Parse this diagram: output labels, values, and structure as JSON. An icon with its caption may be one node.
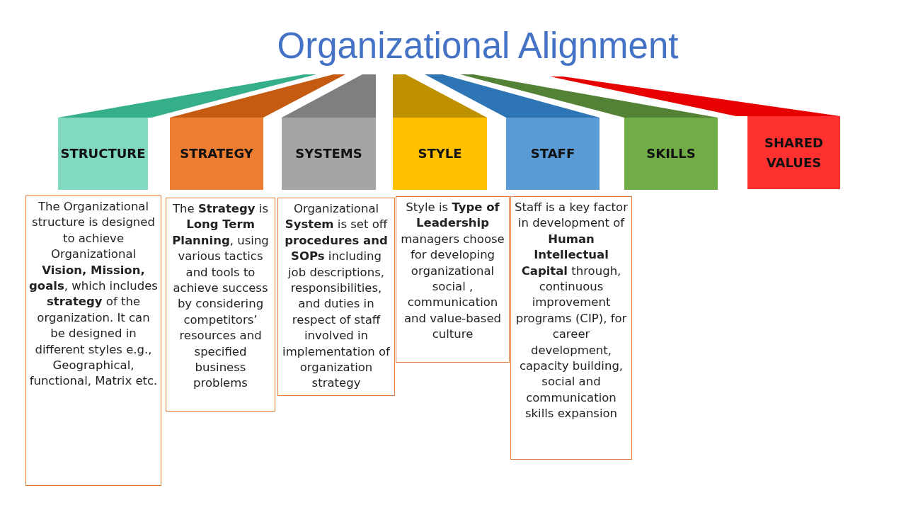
{
  "diagram": {
    "title": "Organizational Alignment",
    "nodes": [
      {
        "text": [
          "STRUCTURE"
        ]
      },
      {
        "text": [
          "STRATEGY"
        ]
      },
      {
        "text": [
          "SYSTEMS"
        ]
      },
      {
        "text": [
          "STYLE"
        ]
      },
      {
        "text": [
          "STAFF"
        ]
      },
      {
        "text": [
          "SKILLS"
        ]
      },
      {
        "text": [
          "SHARED VALUES"
        ]
      },
      {
        "text": [
          "The Organizational structure is designed to achieve Organizational **Vision, Mission, goals**, which includes **strategy** of the organization. It can be designed in different styles e.g., Geographical, functional, Matrix etc."
        ]
      },
      {
        "text": [
          "The **Strategy** is **Long Term Planning**, using various tactics and tools to achieve success by considering competitors’ resources and specified business problems"
        ]
      },
      {
        "text": [
          "Organizational **System** is set off **procedures and SOPs** including job descriptions, responsibilities, and duties in respect of staff involved in implementation of organization strategy"
        ]
      },
      {
        "text": [
          "Style is **Type of Leadership** managers choose for developing organizational social , communication and value-based culture"
        ]
      },
      {
        "text": [
          "Staff is a key factor in development of **Human Intellectual Capital** through, continuous improvement programs (CIP), for career development, capacity building, social and communication skills expansion"
        ]
      }
    ]
  }
}
